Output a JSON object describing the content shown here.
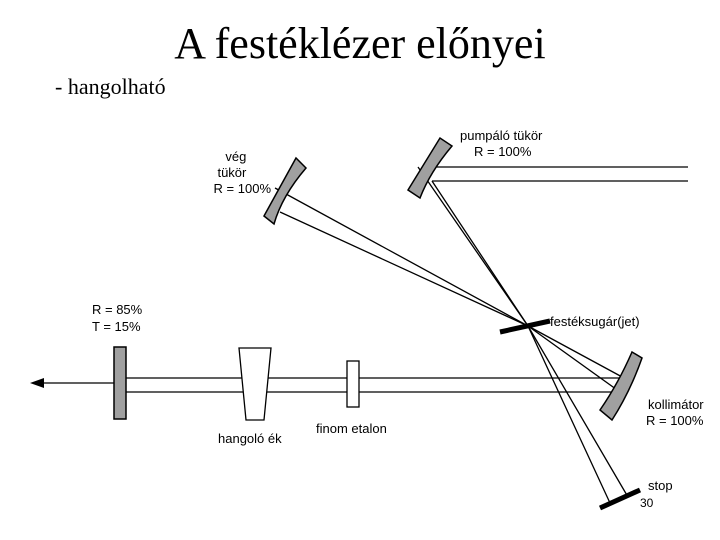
{
  "slide": {
    "title": "A festéklézer előnyei",
    "subtitle": "- hangolható",
    "page_number": "30"
  },
  "diagram": {
    "end_mirror": {
      "line1": "vég",
      "line2": "tükör",
      "line3": "R = 100%"
    },
    "pump_mirror": {
      "line1": "pumpáló tükör",
      "line2": "R = 100%"
    },
    "output_coupler": {
      "line1": "R = 85%",
      "line2": "T = 15%"
    },
    "dye_jet": {
      "label": "festéksugár(jet)"
    },
    "collimator": {
      "line1": "kollimátor",
      "line2": "R = 100%"
    },
    "tuning_wedge": {
      "label": "hangoló ék"
    },
    "fine_etalon": {
      "label": "finom etalon"
    },
    "stop": {
      "label": "stop"
    },
    "colors": {
      "optic_fill": "#a0a0a0",
      "beam": "#000000"
    }
  }
}
